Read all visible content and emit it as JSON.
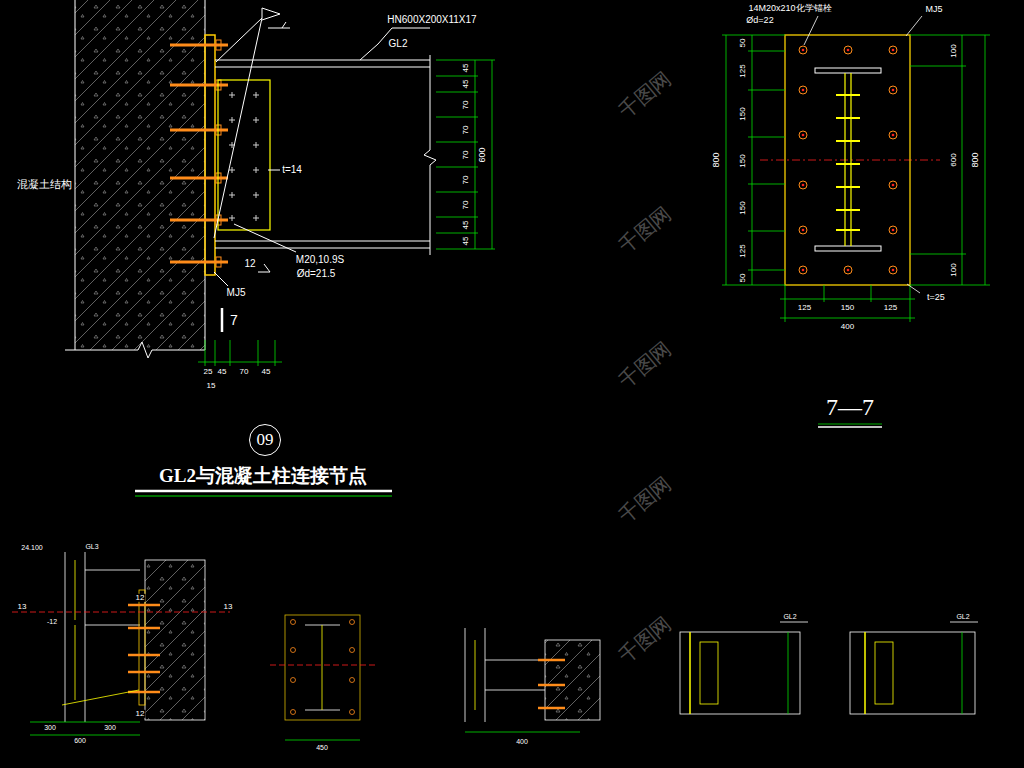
{
  "diagram": {
    "title": "GL2与混凝土柱连接节点",
    "nodes": [
      {
        "text": [
          "09"
        ]
      }
    ],
    "labels": [
      "GL2",
      "HN600X200X11X17",
      "t=14",
      "M20,10.9S",
      "Ød=21.5",
      "混凝土结构",
      "MJ5",
      "7",
      "12",
      "45",
      "45",
      "70",
      "70",
      "70",
      "70",
      "70",
      "45",
      "45",
      "600",
      "25",
      "45",
      "70",
      "45",
      "15",
      "14M20x210化学锚栓",
      "Ød=22",
      "MJ5",
      "50",
      "125",
      "150",
      "150",
      "150",
      "125",
      "50",
      "800",
      "100",
      "600",
      "100",
      "800",
      "125",
      "150",
      "125",
      "400",
      "t=25",
      "7—7",
      "24.100",
      "GL3",
      "13",
      "13",
      "12",
      "12",
      "-12",
      "300",
      "300",
      "600",
      "450",
      "400",
      "GL2",
      "GL2",
      "千图网",
      "千图网",
      "千图网",
      "千图网",
      "千图网"
    ]
  }
}
